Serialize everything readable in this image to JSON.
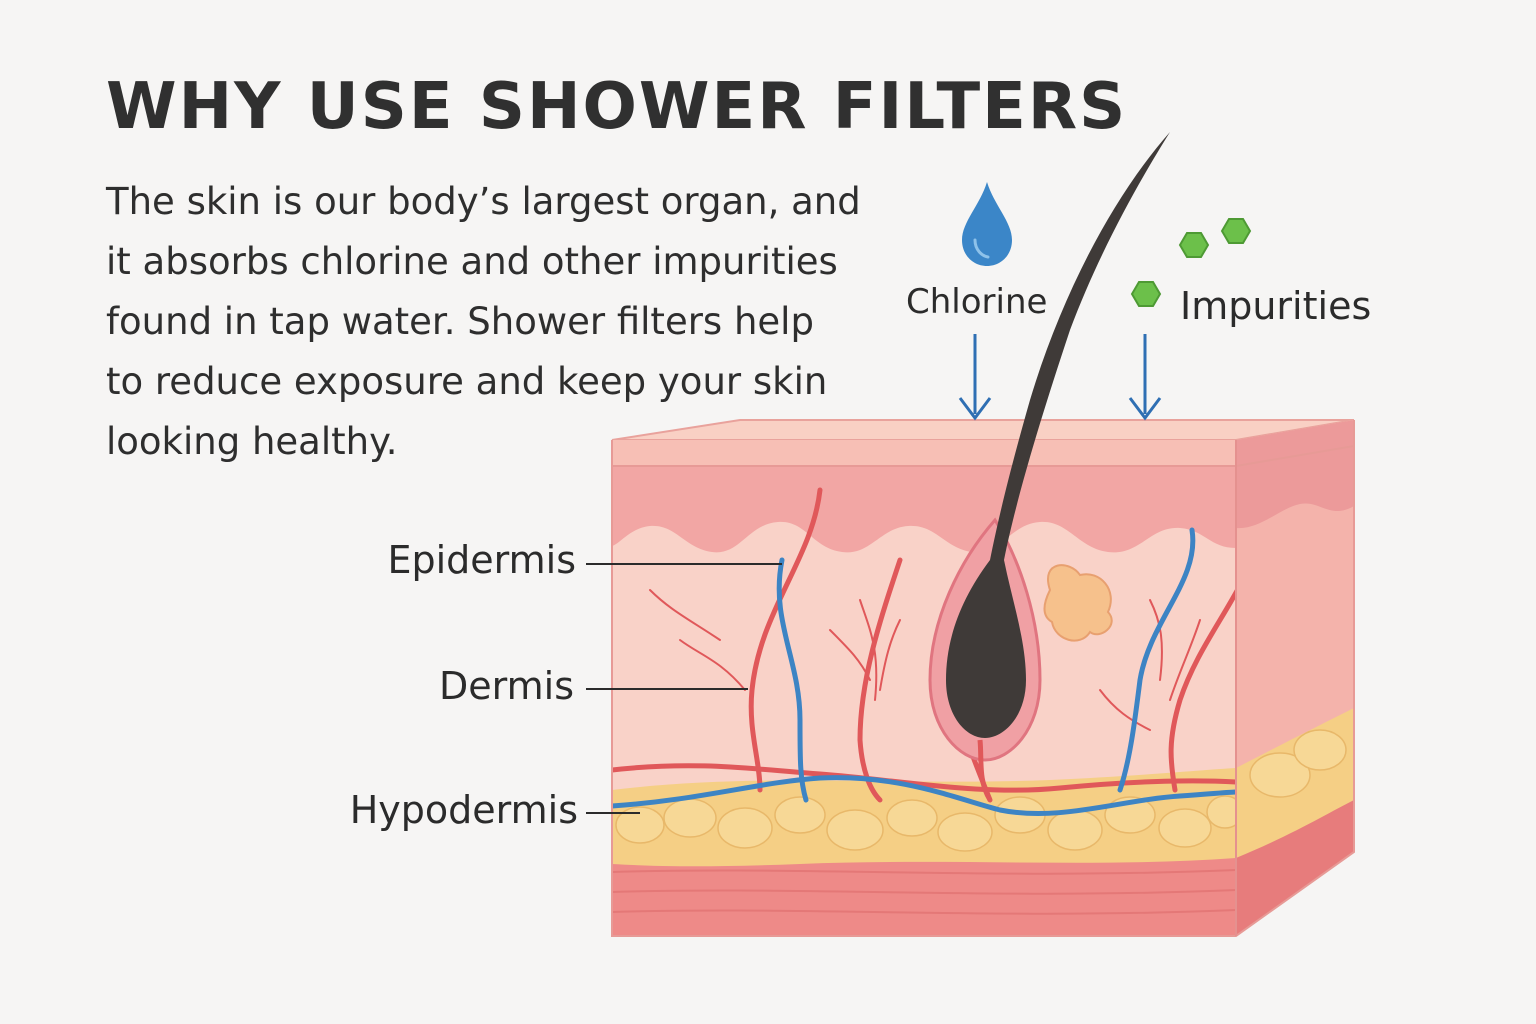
{
  "header": {
    "title": "WHY USE SHOWER FILTERS"
  },
  "intro": {
    "lines": [
      "The skin is our body’s largest organ, and",
      "it absorbs chlorine and other impurities",
      "found in tap water. Shower filters help",
      "to reduce exposure and keep your skin",
      "looking healthy."
    ]
  },
  "labels": {
    "epidermis": "Epidermis",
    "dermis": "Dermis",
    "hypodermis": "Hypodermis",
    "chlorine": "Chlorine",
    "impurities": "Impurities"
  },
  "colors": {
    "background": "#f6f5f4",
    "epidermis": "#f2a6a4",
    "dermis": "#f9d2c8",
    "fat": "#f5cf85",
    "muscle": "#ee8a88",
    "artery": "#e0585a",
    "vein": "#3d84c4",
    "hair": "#3f3a38",
    "chlorine_drop": "#3b86c8",
    "impurity": "#6cc04a",
    "arrow": "#2f6fb3"
  },
  "icons": {
    "chlorine": "water-drop-icon",
    "impurities": "hexagon-icon",
    "arrows": "down-arrow-icon"
  }
}
